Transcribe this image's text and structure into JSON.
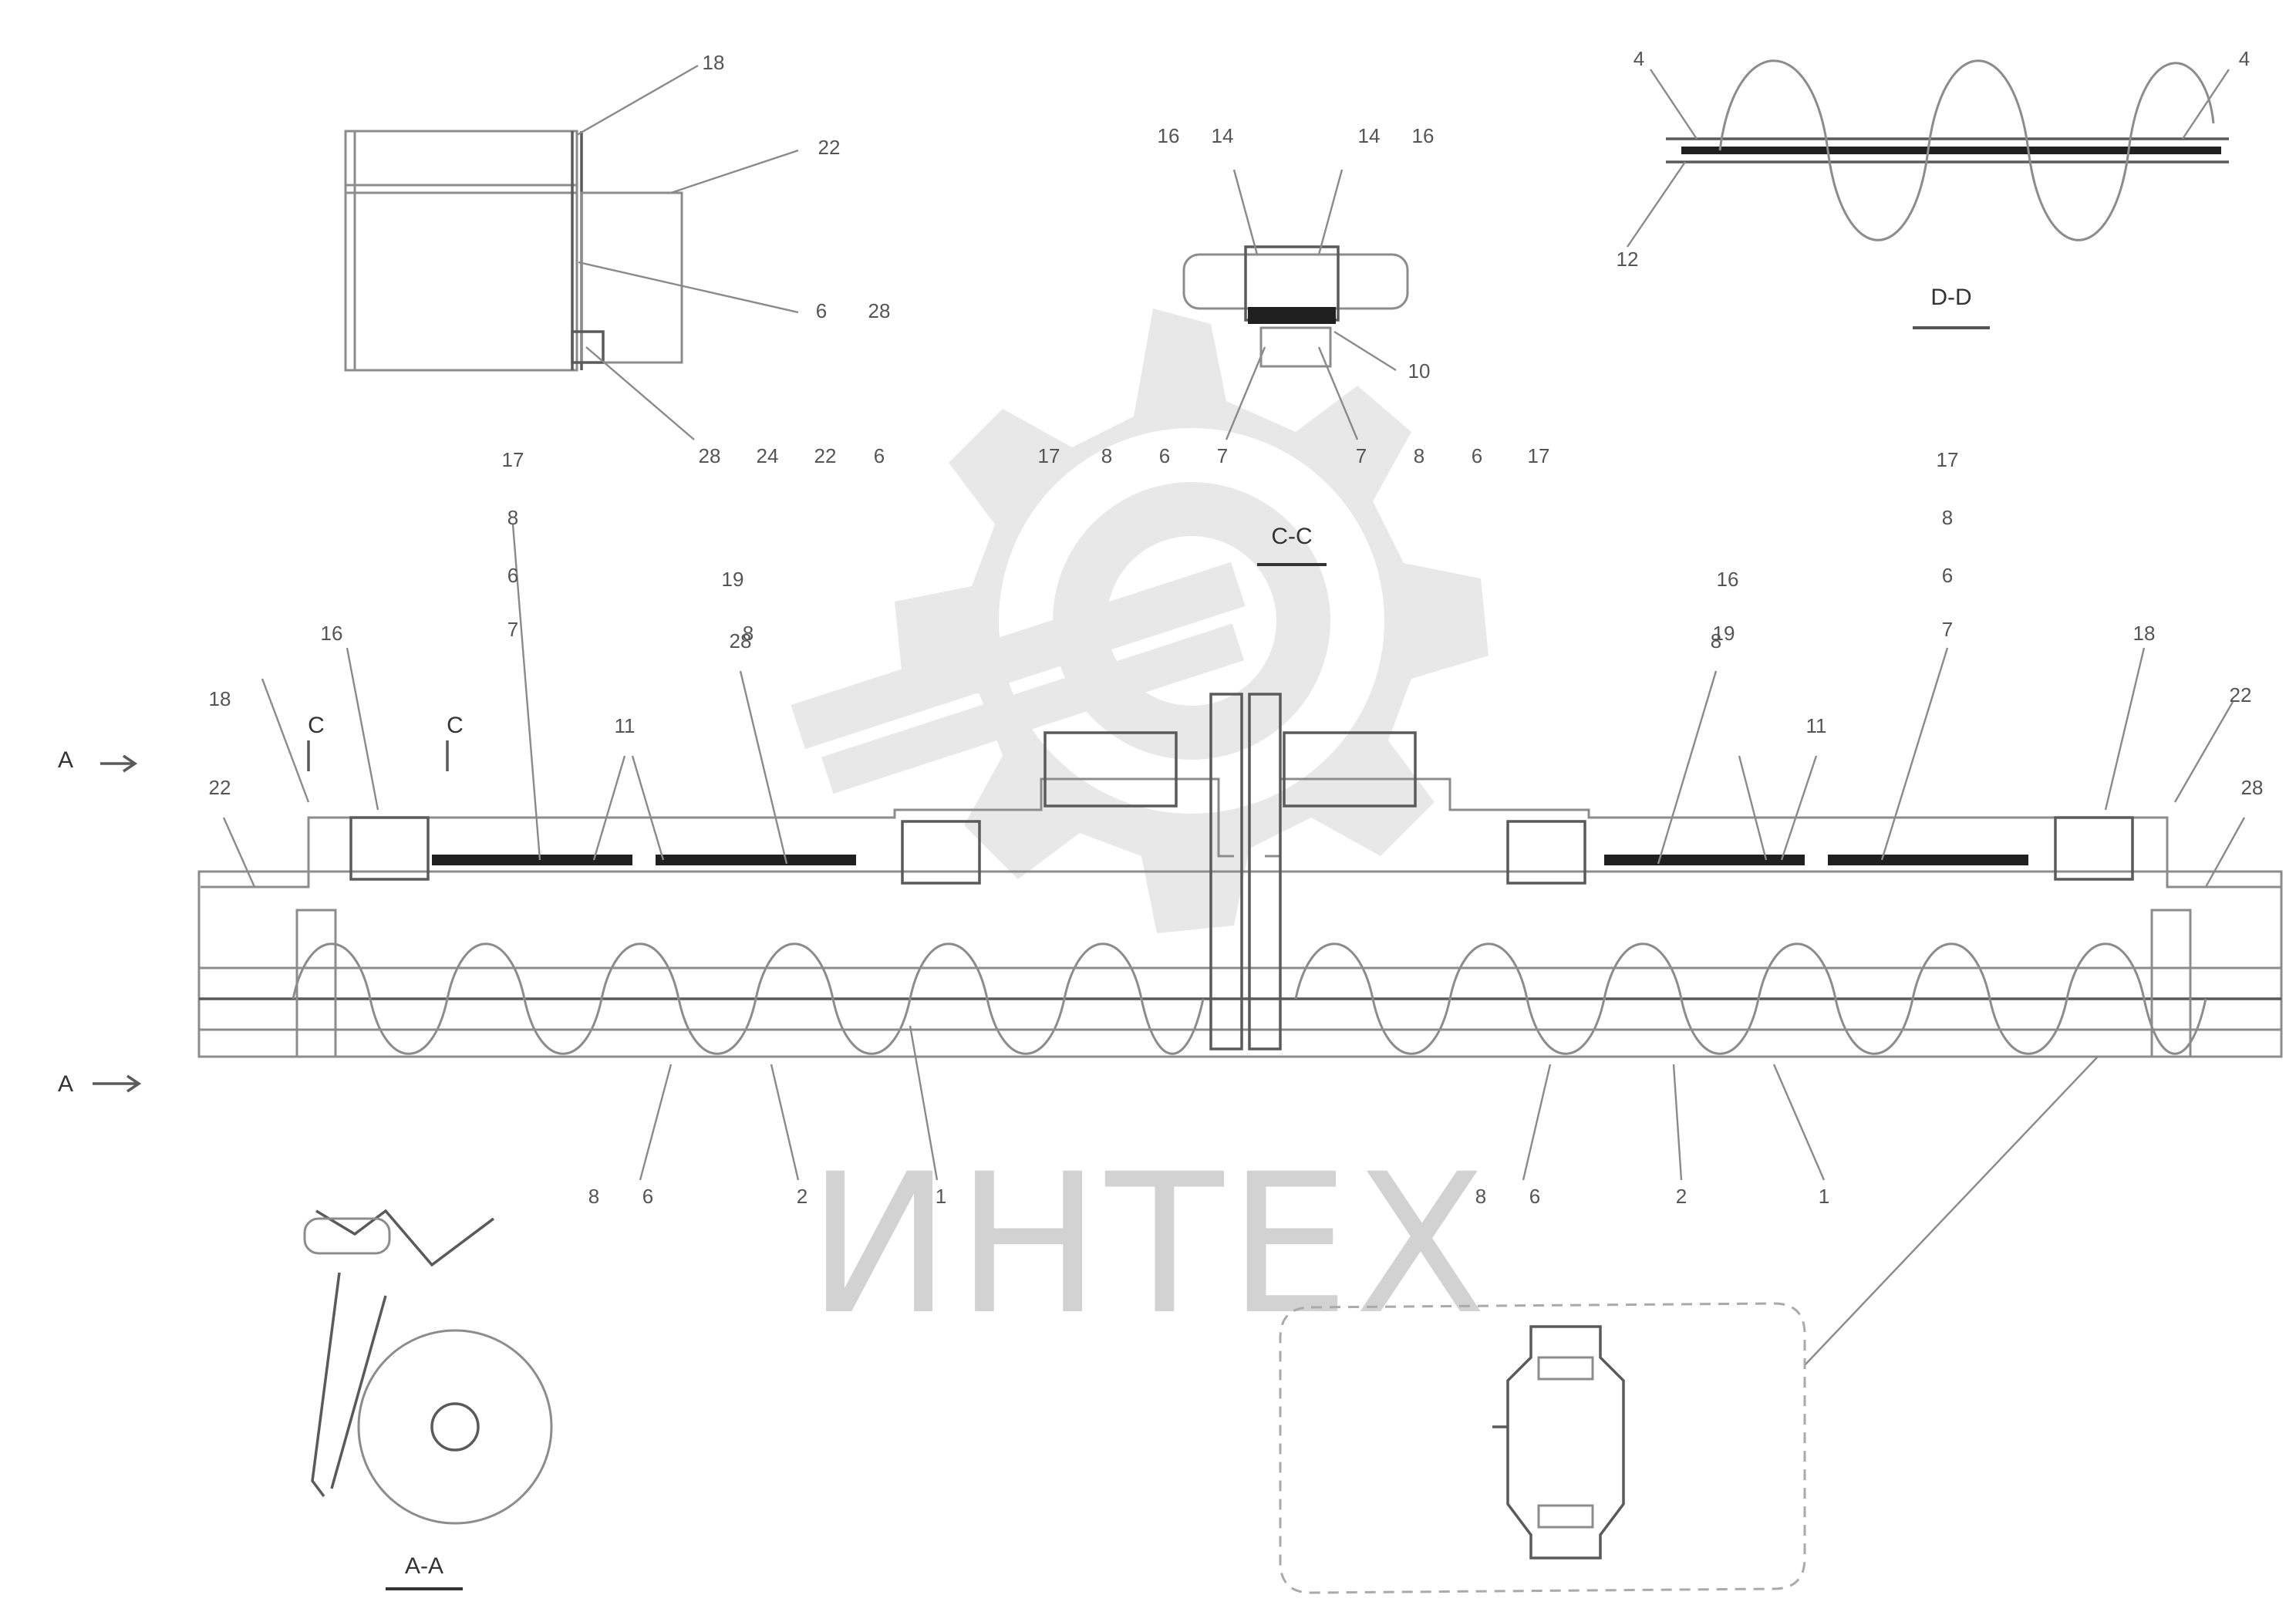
{
  "watermark": {
    "text": "ИНТЕХ",
    "color": "#d0d0d0"
  },
  "sections": [
    {
      "id": "cc",
      "label": "C-C"
    },
    {
      "id": "dd",
      "label": "D-D"
    },
    {
      "id": "aa",
      "label": "A-A"
    }
  ],
  "view_marks": {
    "a_top": "A",
    "a_bottom": "A",
    "c_left": "C",
    "c_right": "C"
  },
  "callouts": {
    "topleft": [
      "18",
      "22",
      "6",
      "28",
      "28",
      "24",
      "22",
      "6"
    ],
    "cc": [
      "16",
      "14",
      "14",
      "16",
      "10",
      "17",
      "8",
      "6",
      "7",
      "7",
      "8",
      "6",
      "17"
    ],
    "dd": [
      "4",
      "4",
      "12"
    ],
    "main_left_top": [
      "17",
      "8",
      "6",
      "7",
      "11",
      "19",
      "16",
      "18",
      "22",
      "28",
      "8"
    ],
    "main_right_top": [
      "17",
      "8",
      "6",
      "7",
      "11",
      "16",
      "19",
      "18",
      "22",
      "28",
      "8"
    ],
    "main_bottom": [
      "8",
      "6",
      "2",
      "1",
      "8",
      "6",
      "2",
      "1"
    ]
  },
  "colors": {
    "line": "#8c8c8c",
    "dark": "#202020",
    "label": "#555555"
  }
}
